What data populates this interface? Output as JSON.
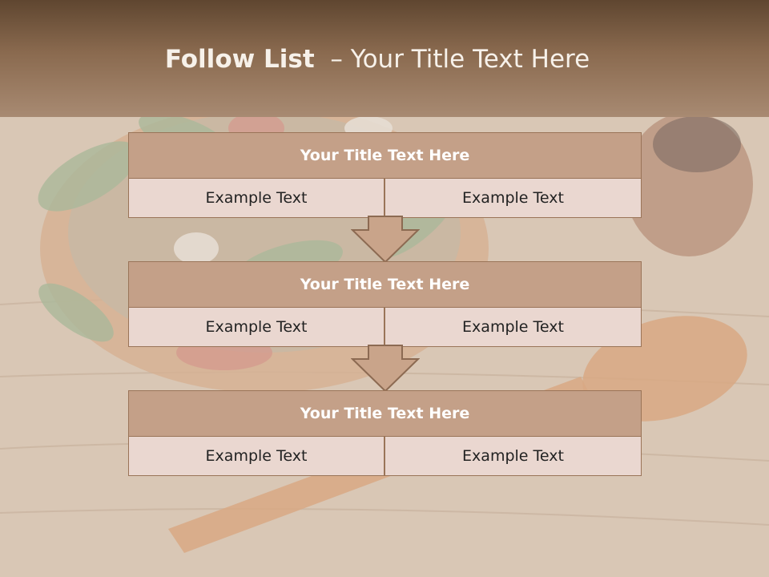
{
  "header": {
    "title_bold": "Follow List",
    "title_rest": "  – Your Title Text Here"
  },
  "steps": [
    {
      "title": "Your Title Text Here",
      "left": "Example Text",
      "right": "Example Text"
    },
    {
      "title": "Your Title Text Here",
      "left": "Example Text",
      "right": "Example Text"
    },
    {
      "title": "Your Title Text Here",
      "left": "Example Text",
      "right": "Example Text"
    }
  ],
  "colors": {
    "header_dark": "#5f4630",
    "step_title_fill": "#c4a088",
    "step_cell_fill": "#ead7d0",
    "border": "#9a7458",
    "arrow_fill": "#c9a48a"
  }
}
